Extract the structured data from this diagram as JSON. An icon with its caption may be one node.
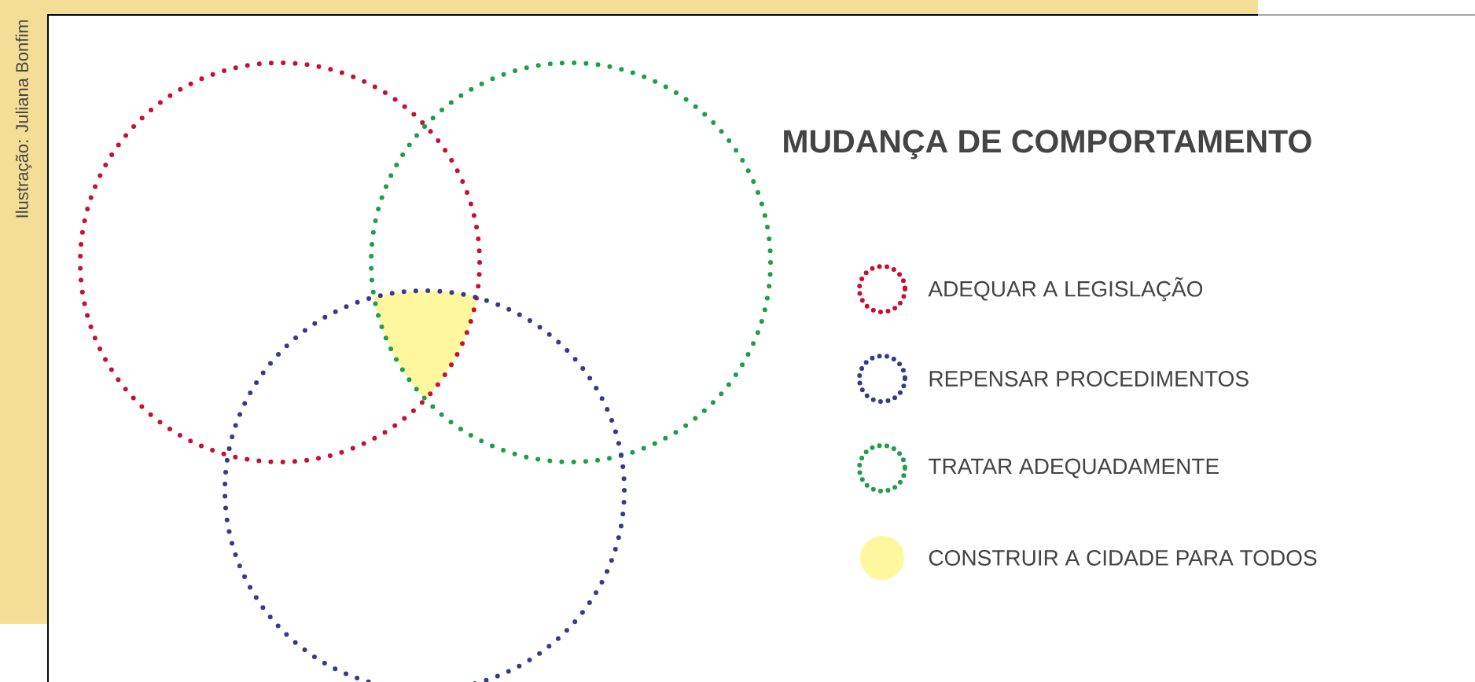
{
  "diagram": {
    "title": "MUDANÇA DE COMPORTAMENTO",
    "labels": [
      "Ilustração: Juliana Bonfim"
    ],
    "legend": [
      {
        "text": "ADEQUAR A LEGISLAÇÃO"
      },
      {
        "text": "REPENSAR PROCEDIMENTOS"
      },
      {
        "text": "TRATAR ADEQUADAMENTE"
      },
      {
        "text": "CONSTRUIR A CIDADE PARA TODOS",
        "color": "#fff79e"
      }
    ]
  }
}
